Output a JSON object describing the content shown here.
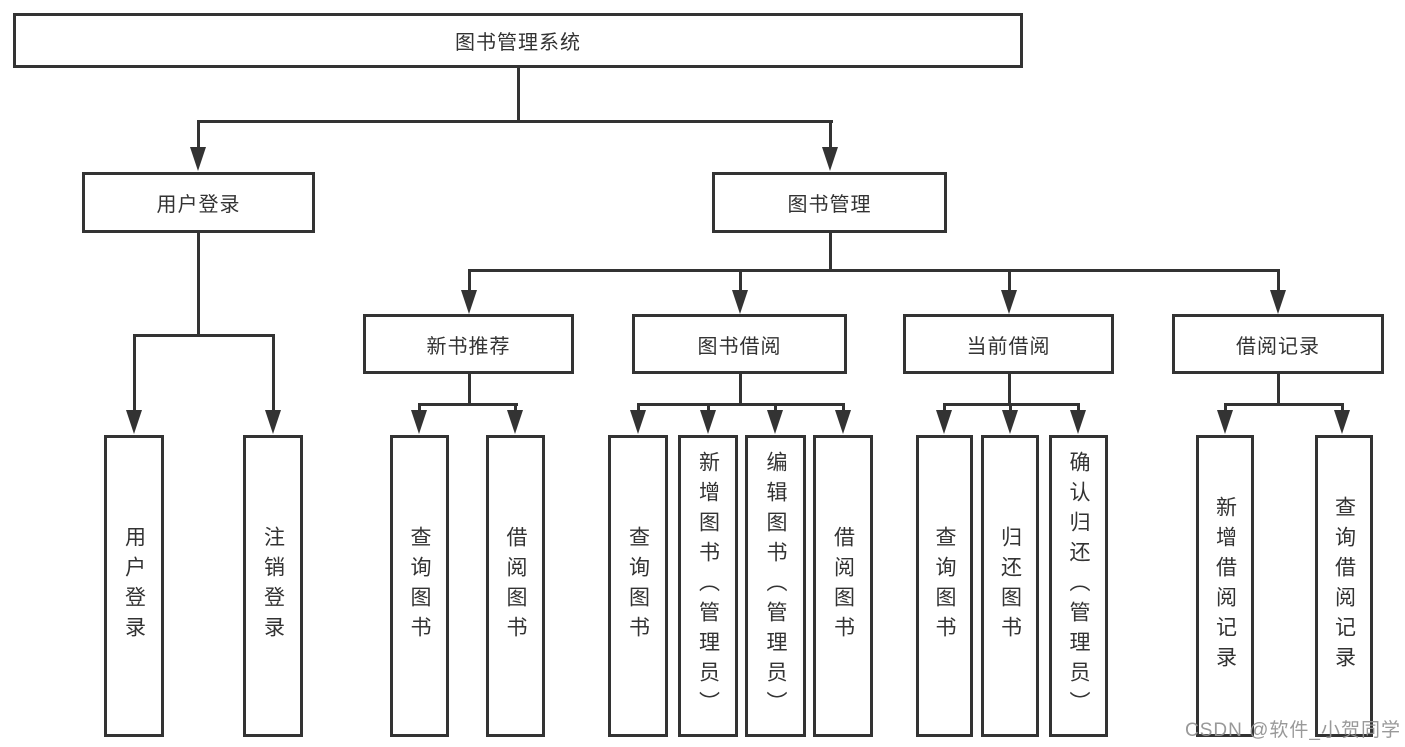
{
  "diagram_title": "图书管理系统",
  "nodes": {
    "root": "图书管理系统",
    "user_login": "用户登录",
    "book_mgmt": "图书管理",
    "new_book_rec": "新书推荐",
    "book_borrow": "图书借阅",
    "current_borrow": "当前借阅",
    "borrow_records": "借阅记录",
    "leaf_user_login": "用户登录",
    "leaf_logout": "注销登录",
    "leaf_nb_query_book": "查询图书",
    "leaf_nb_borrow_book": "借阅图书",
    "leaf_bb_query_book": "查询图书",
    "leaf_bb_add_book": "新增图书（管理员）",
    "leaf_bb_edit_book": "编辑图书（管理员）",
    "leaf_bb_borrow_book": "借阅图书",
    "leaf_cb_query_book": "查询图书",
    "leaf_cb_return_book": "归还图书",
    "leaf_cb_confirm_return": "确认归还（管理员）",
    "leaf_br_add_record": "新增借阅记录",
    "leaf_br_query_record": "查询借阅记录"
  },
  "watermark": "CSDN @软件_小贺同学",
  "colors": {
    "line": "#333333",
    "text": "#333333",
    "background": "#ffffff",
    "watermark": "#949494"
  }
}
